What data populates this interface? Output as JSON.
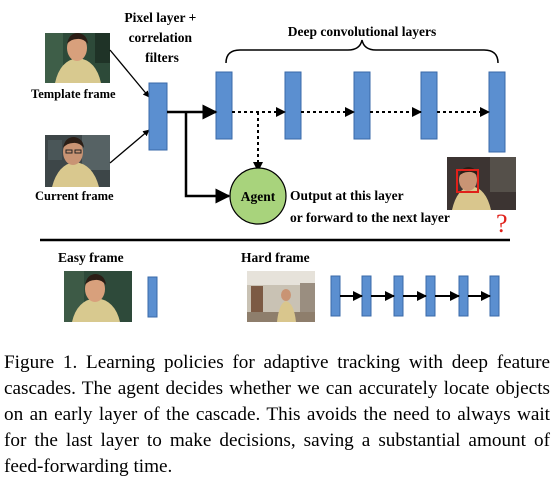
{
  "labels": {
    "pixel_layer": [
      "Pixel layer +",
      "correlation",
      "filters"
    ],
    "deep_layers": "Deep convolutional layers",
    "template_frame": "Template frame",
    "current_frame": "Current frame",
    "agent": "Agent",
    "output": [
      "Output at this layer",
      "or forward to the next layer"
    ],
    "question": "?",
    "easy_frame": "Easy frame",
    "hard_frame": "Hard frame"
  },
  "caption": "Figure 1. Learning policies for adaptive tracking with deep feature cascades. The agent decides whether we can accurately locate objects on an early layer of the cascade. This avoids the need to always wait for the last layer to make decisions, saving a substantial amount of feed-forwarding time.",
  "colors": {
    "layer_fill": "#5b8fd0",
    "layer_stroke": "#3a6aa8",
    "agent_fill": "#a8d37c",
    "question": "#e0201a",
    "tracking_box": "#e0201a"
  }
}
